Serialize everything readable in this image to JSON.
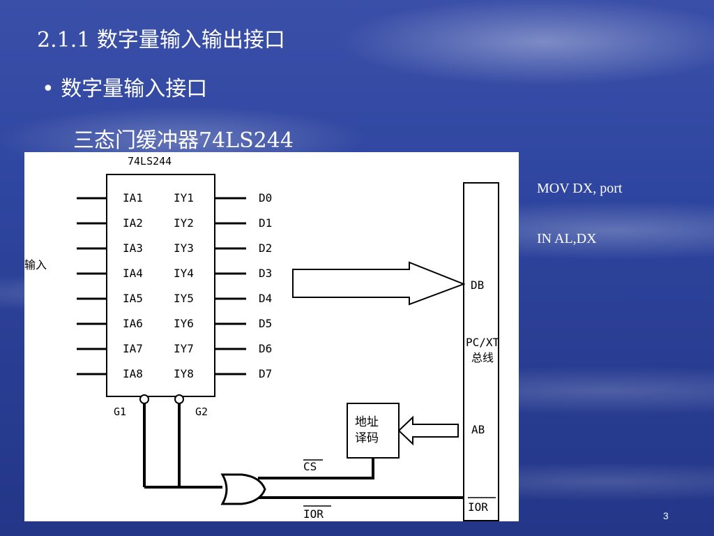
{
  "slide": {
    "title": "2.1.1 数字量输入输出接口",
    "bullet": "• 数字量输入接口",
    "subtitle": "三态门缓冲器74LS244",
    "page_number": "3"
  },
  "code": {
    "line1": "MOV DX, port",
    "line2": "IN AL,DX"
  },
  "diagram": {
    "chip_name": "74LS244",
    "input_label": "输入",
    "inputs": [
      "IA1",
      "IA2",
      "IA3",
      "IA4",
      "IA5",
      "IA6",
      "IA7",
      "IA8"
    ],
    "outputs": [
      "IY1",
      "IY2",
      "IY3",
      "IY4",
      "IY5",
      "IY6",
      "IY7",
      "IY8"
    ],
    "data_lines": [
      "D0",
      "D1",
      "D2",
      "D3",
      "D4",
      "D5",
      "D6",
      "D7"
    ],
    "g1": "G1",
    "g2": "G2",
    "bus_db": "DB",
    "bus_name_1": "PC/XT",
    "bus_name_2": "总线",
    "bus_ab": "AB",
    "bus_ior": "IOR",
    "decoder_1": "地址",
    "decoder_2": "译码",
    "cs": "CS",
    "ior": "IOR"
  },
  "colors": {
    "background": "#2f46a0",
    "text": "#ffffff",
    "diagram_bg": "#ffffff",
    "diagram_ink": "#000000"
  }
}
